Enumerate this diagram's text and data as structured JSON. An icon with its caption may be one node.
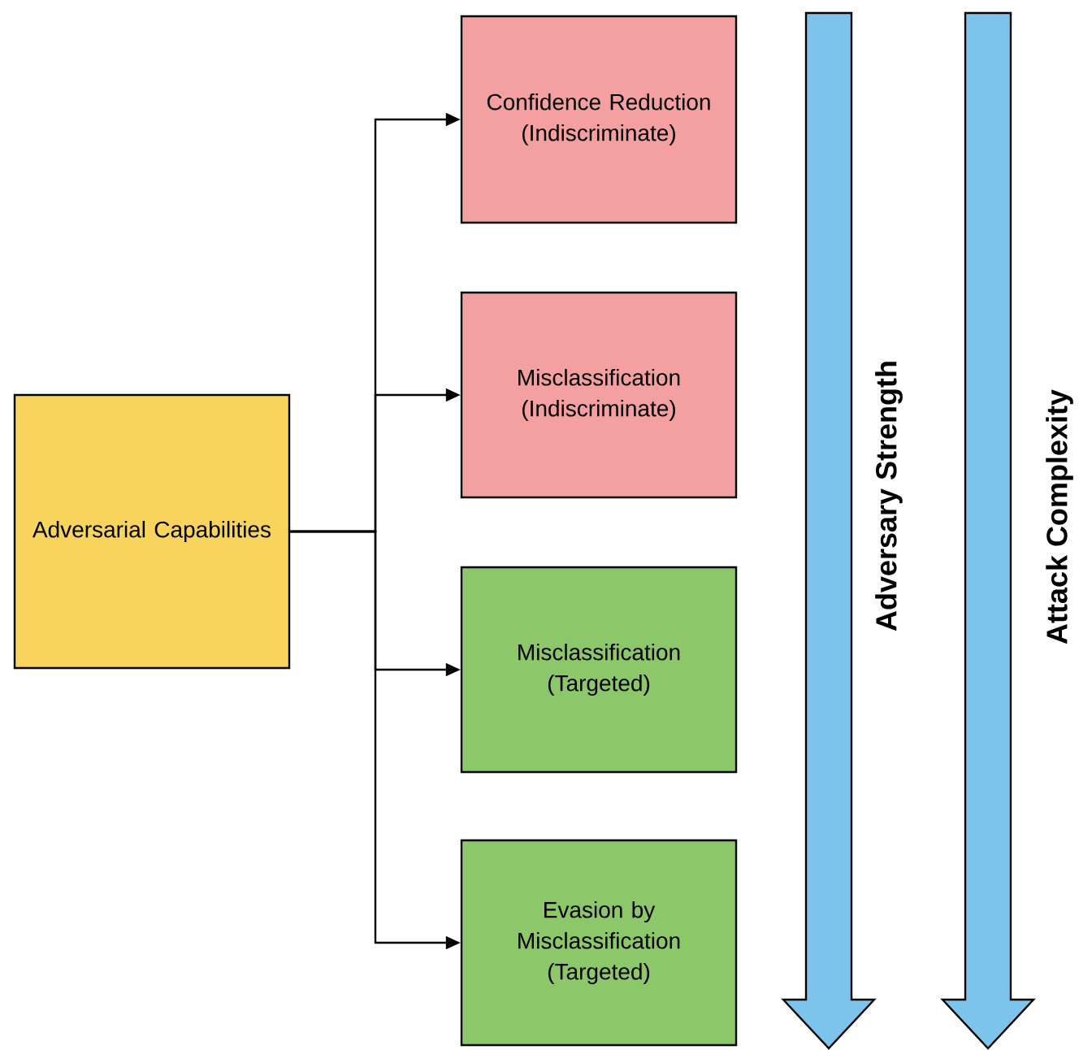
{
  "diagram": {
    "nodes": [
      {
        "text": [
          "Adversarial Capabilities"
        ]
      },
      {
        "text": [
          "Confidence Reduction (Indiscriminate)"
        ]
      },
      {
        "text": [
          "Misclassification (Indiscriminate)"
        ]
      },
      {
        "text": [
          "Misclassification (Targeted)"
        ]
      },
      {
        "text": [
          "Evasion by Misclassification (Targeted)"
        ]
      }
    ],
    "edges": [
      {
        "from": 0,
        "to": 1,
        "arrow": "to"
      },
      {
        "from": 0,
        "to": 2,
        "arrow": "to"
      },
      {
        "from": 0,
        "to": 3,
        "arrow": "to"
      },
      {
        "from": 0,
        "to": 4,
        "arrow": "to"
      }
    ],
    "labels": [
      "Adversary Strength",
      "Attack Complexity"
    ]
  }
}
